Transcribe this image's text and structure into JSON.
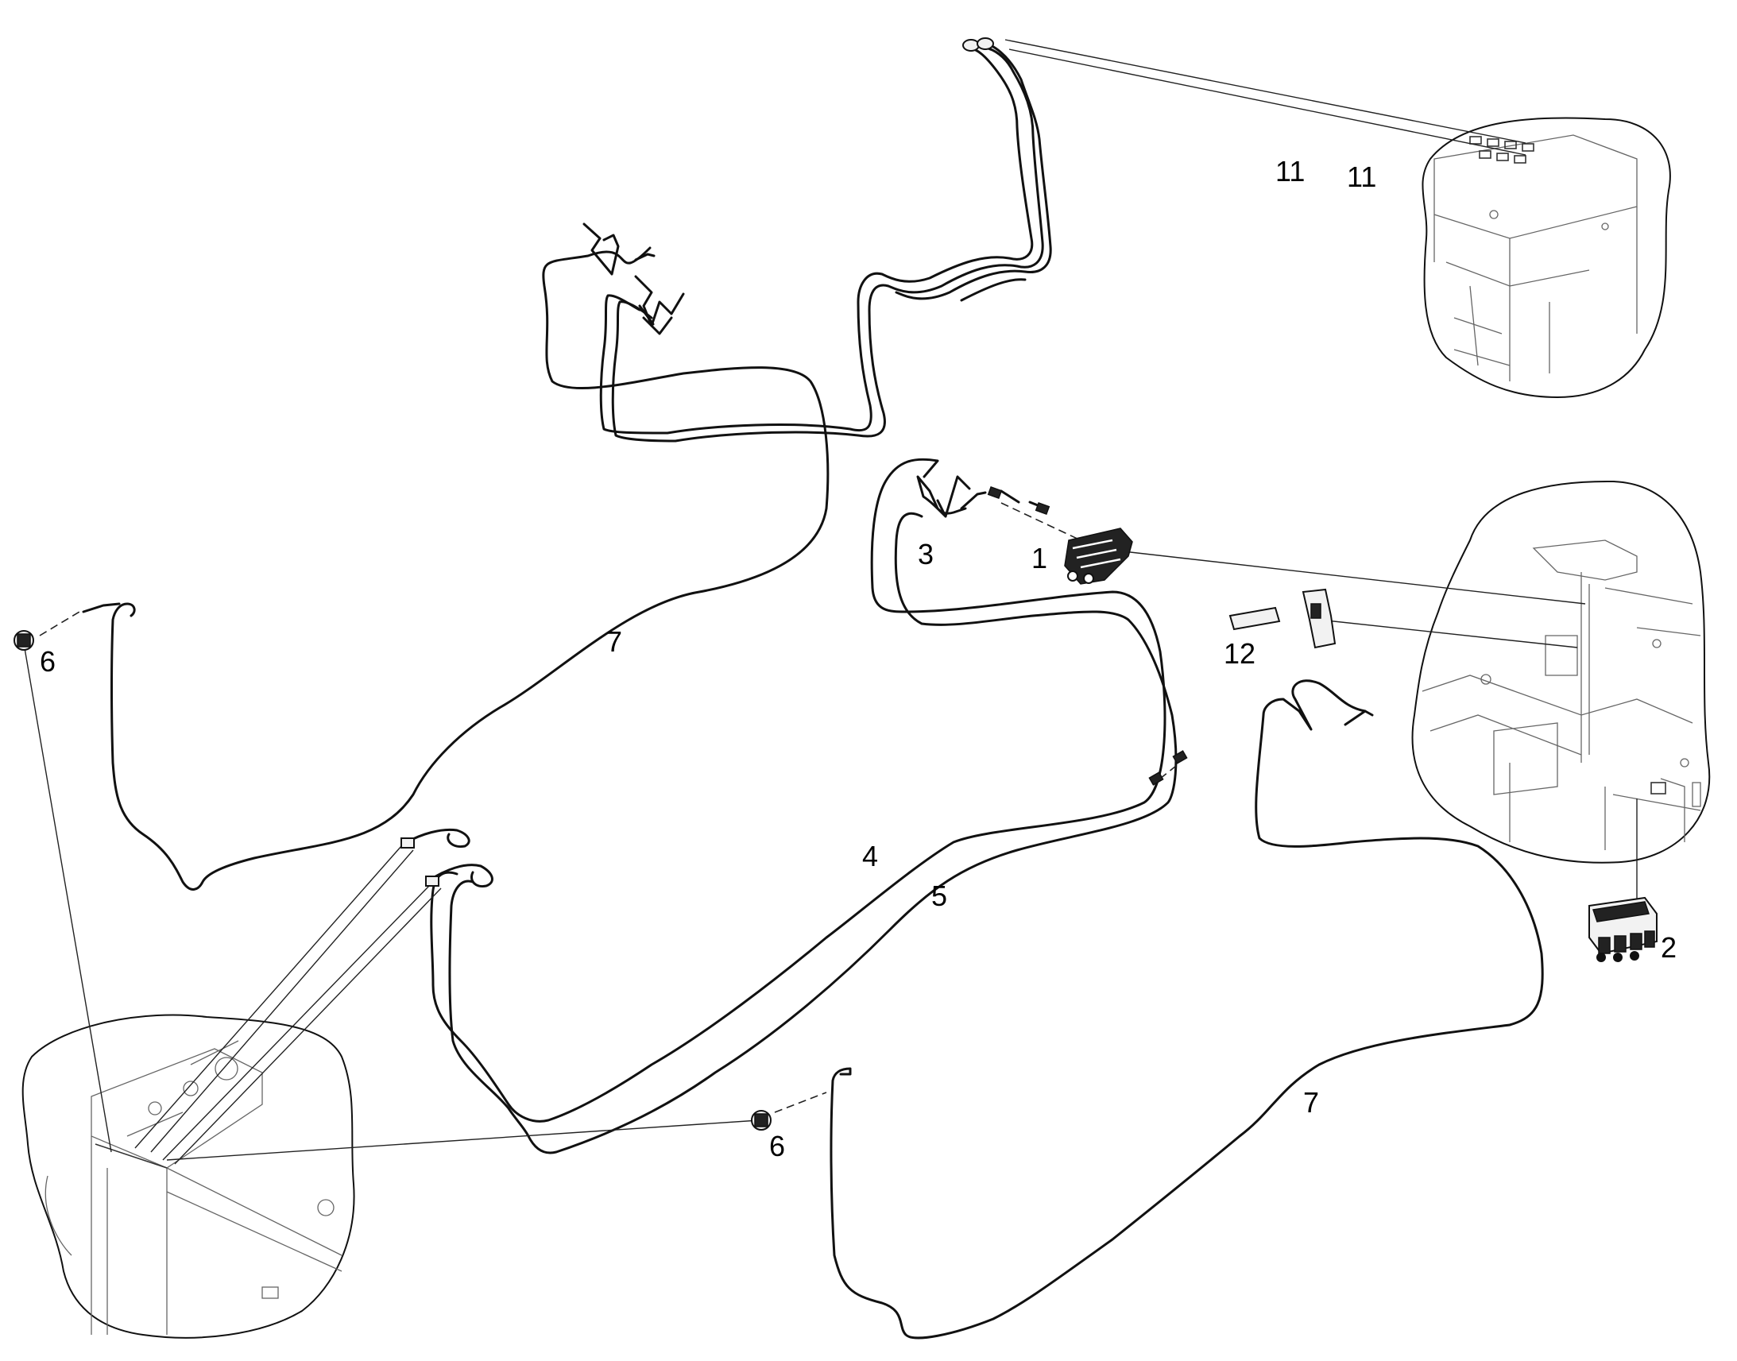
{
  "callouts": {
    "c1": "1",
    "c2": "2",
    "c3": "3",
    "c4": "4",
    "c5": "5",
    "c6a": "6",
    "c6b": "6",
    "c7a": "7",
    "c7b": "7",
    "c11a": "11",
    "c11b": "11",
    "c12": "12"
  },
  "colors": {
    "line": "#111111",
    "background": "#ffffff"
  }
}
